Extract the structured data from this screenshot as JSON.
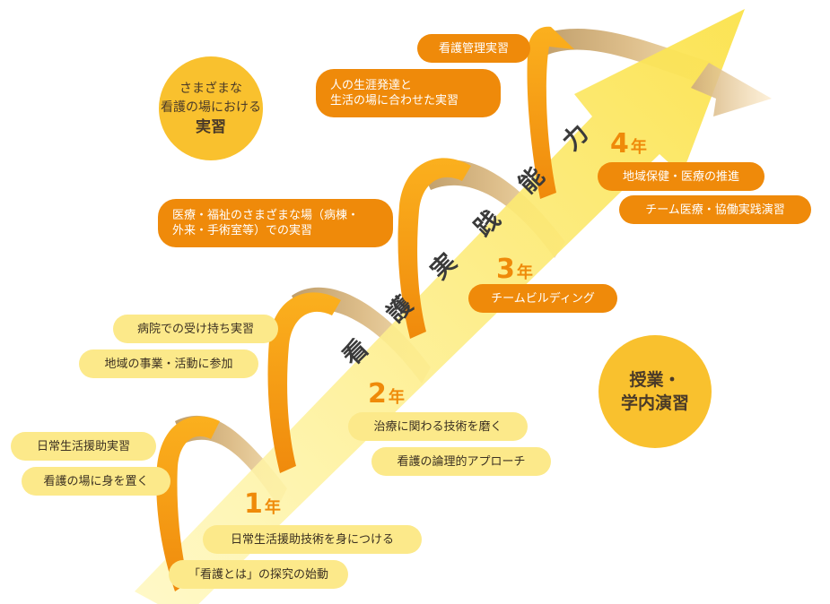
{
  "axis_title_chars": [
    "看",
    "護",
    "実",
    "践",
    "能",
    "力"
  ],
  "circles": {
    "practice": {
      "lines": [
        "さまざまな",
        "看護の場における"
      ],
      "strong": "実習"
    },
    "classes": {
      "lines": [
        "授業・",
        "学内演習"
      ]
    }
  },
  "years": {
    "y1": {
      "number": "1",
      "kanji": "年"
    },
    "y2": {
      "number": "2",
      "kanji": "年"
    },
    "y3": {
      "number": "3",
      "kanji": "年"
    },
    "y4": {
      "number": "4",
      "kanji": "年"
    }
  },
  "practicum_pills": {
    "y1_a": "日常生活援助実習",
    "y1_b": "看護の場に身を置く",
    "y2_a": "病院での受け持ち実習",
    "y2_b": "地域の事業・活動に参加",
    "y3_line1": "医療・福祉のさまざまな場（病棟・",
    "y3_line2": "外来・手術室等）での実習",
    "y4_line1": "人の生涯発達と",
    "y4_line2": "生活の場に合わせた実習",
    "y4_top": "看護管理実習"
  },
  "class_pills": {
    "y1_a": "日常生活援助技術を身につける",
    "y1_b": "「看護とは」の探究の始動",
    "y2_a": "治療に関わる技術を磨く",
    "y2_b": "看護の論理的アプローチ",
    "y3_a": "チームビルディング",
    "y4_a": "地域保健・医療の推進",
    "y4_b": "チーム医療・協働実践演習"
  },
  "colors": {
    "dark_orange": "#ef8a0a",
    "light_yellow": "#fce98a",
    "circle_yellow": "#f9c12e",
    "ribbon_tan": "#c9a16a"
  }
}
